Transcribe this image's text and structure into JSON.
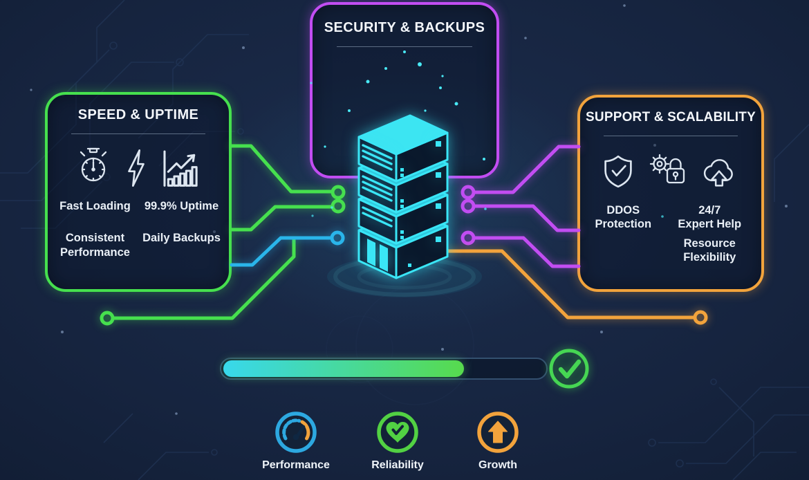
{
  "cards": {
    "security": {
      "title": "SECURITY & BACKUPS",
      "accent_color": "#c24df2"
    },
    "speed": {
      "title": "SPEED & UPTIME",
      "accent_color": "#46e04e",
      "icons": [
        "stopwatch-icon",
        "lightning-bolt-icon",
        "growth-chart-icon"
      ],
      "labels": [
        "Fast Loading",
        "99.9% Uptime",
        "Consistent\nPerformance",
        "Daily Backups"
      ]
    },
    "support": {
      "title": "SUPPORT & SCALABILITY",
      "accent_color": "#f2a33c",
      "icons": [
        "shield-check-icon",
        "gear-lock-icon",
        "cloud-upload-icon"
      ],
      "labels": [
        "DDOS\nProtection",
        "24/7\nExpert Help",
        "Resource\nFlexibility"
      ]
    }
  },
  "center": {
    "illustration": "server-stack-icon",
    "glow_color": "#3ae6f6"
  },
  "connectors": {
    "left_color": "#46e04e",
    "left_alt_color": "#2ab5ea",
    "right_color": "#c24df2",
    "bottom_right_color": "#f2a33c"
  },
  "progress": {
    "percent_filled": 74,
    "fill_gradient": [
      "#38d8ec",
      "#57da4d"
    ],
    "status_icon": "check-circle-icon",
    "status_color": "#46d653"
  },
  "legend": [
    {
      "icon": "gauge-icon",
      "label": "Performance",
      "color": "#2da8e0"
    },
    {
      "icon": "heart-check-icon",
      "label": "Reliability",
      "color": "#52d143"
    },
    {
      "icon": "arrow-up-icon",
      "label": "Growth",
      "color": "#f2a33c"
    }
  ]
}
